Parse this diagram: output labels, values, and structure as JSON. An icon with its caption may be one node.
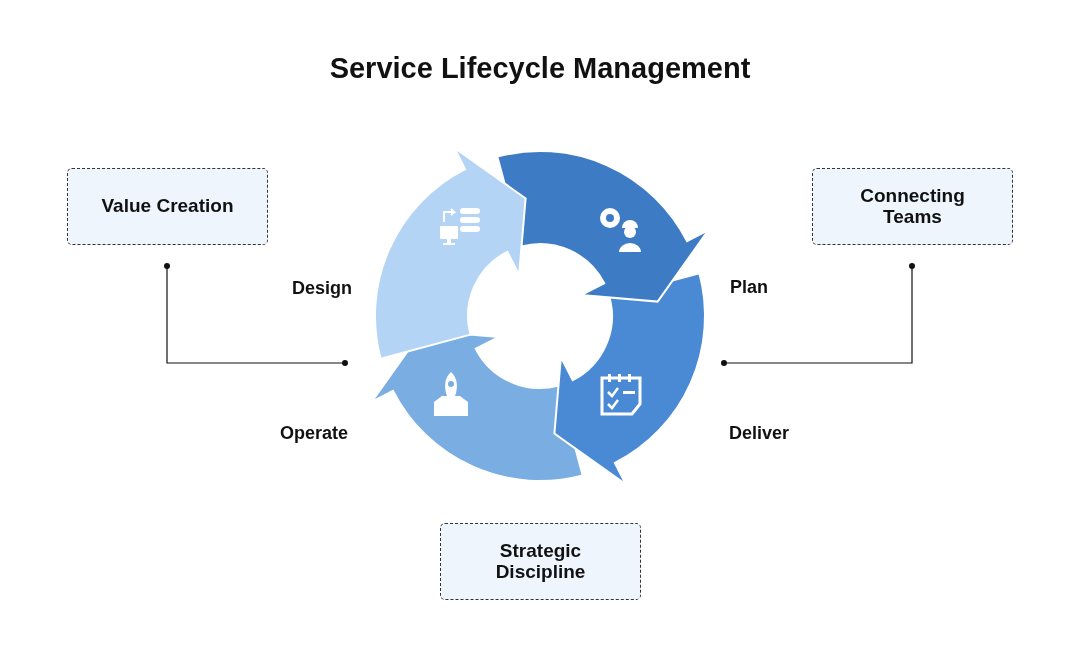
{
  "diagram": {
    "title": "Service Lifecycle Management",
    "nodes": [
      {
        "text": [
          "Value Creation"
        ]
      },
      {
        "text": [
          "Connecting Teams"
        ]
      },
      {
        "text": [
          "Strategic Discipline"
        ]
      }
    ],
    "edges": [
      {
        "from": 0,
        "to": null,
        "arrow": "other"
      },
      {
        "from": 1,
        "to": null,
        "arrow": "other"
      }
    ],
    "labels": [
      "Design",
      "Plan",
      "Operate",
      "Deliver"
    ]
  }
}
